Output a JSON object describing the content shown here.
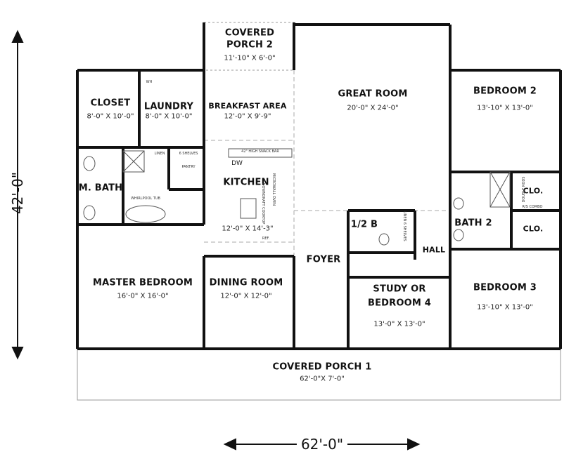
{
  "rooms": {
    "porch2": {
      "name_1": "COVERED",
      "name_2": "PORCH 2",
      "dims": "11'-10\" X 6'-0\""
    },
    "closet": {
      "name": "CLOSET",
      "dims": "8'-0\" X 10'-0\""
    },
    "laundry": {
      "name": "LAUNDRY",
      "dims": "8'-0\" X 10'-0\""
    },
    "breakfast": {
      "name": "BREAKFAST AREA",
      "dims": "12'-0\" X 9'-9\""
    },
    "great_room": {
      "name": "GREAT ROOM",
      "dims": "20'-0\" X 24'-0\""
    },
    "bedroom2": {
      "name": "BEDROOM 2",
      "dims": "13'-10\" X 13'-0\""
    },
    "m_bath": {
      "name": "M. BATH"
    },
    "kitchen": {
      "name": "KITCHEN",
      "dims": "12'-0\" X 14'-3\""
    },
    "half_bath": {
      "name": "1/2 B"
    },
    "bath2": {
      "name": "BATH 2"
    },
    "clo_1": {
      "name": "CLO."
    },
    "clo_2": {
      "name": "CLO."
    },
    "hall": {
      "name": "HALL"
    },
    "foyer": {
      "name": "FOYER"
    },
    "master": {
      "name": "MASTER BEDROOM",
      "dims": "16'-0\" X 16'-0\""
    },
    "dining": {
      "name": "DINING ROOM",
      "dims": "12'-0\" X 12'-0\""
    },
    "study": {
      "name_1": "STUDY OR",
      "name_2": "BEDROOM 4",
      "dims": "13'-0\" X 13'-0\""
    },
    "bedroom3": {
      "name": "BEDROOM 3",
      "dims": "13'-10\" X 13'-0\""
    },
    "porch1": {
      "name": "COVERED PORCH 1",
      "dims": "62'-0\"X 7'-0\""
    }
  },
  "fixtures": {
    "snack_bar": "42\" HIGH SNACK BAR",
    "dw": "DW",
    "pantry": "PANTRY",
    "shelves": "6 SHELVES",
    "linen": "LINEN",
    "whirlpool": "WHIRLPOOL TUB",
    "cooktop": "DOWNDRAFT COOKTOP",
    "oven": "MICROWALL OVEN",
    "rs_combo": "R/S COMBO",
    "double_rods": "DOUBLE RODS",
    "wh": "WH",
    "ref": "REF.",
    "linen_shelves": "LINEN 6 SHELVES"
  },
  "dimensions": {
    "depth": "42'-0\"",
    "width": "62'-0\""
  }
}
